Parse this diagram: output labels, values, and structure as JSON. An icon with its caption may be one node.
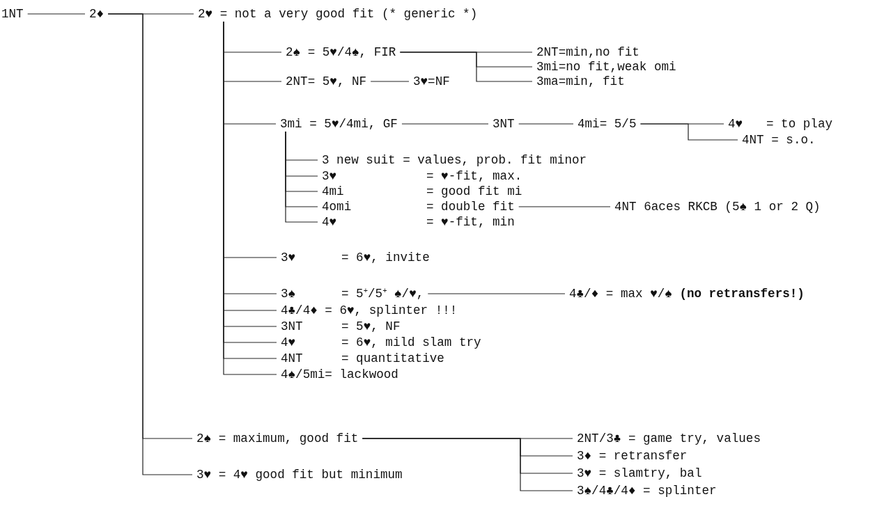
{
  "diagram": {
    "nodes": [
      {
        "text": [
          "1NT"
        ]
      },
      {
        "text": [
          "2♦"
        ]
      },
      {
        "text": [
          "2♥ = not a very good fit (* generic *)"
        ]
      },
      {
        "text": [
          "2♠ = 5♥/4♠, FIR"
        ]
      },
      {
        "text": [
          "2NT=min,no fit"
        ]
      },
      {
        "text": [
          "3mi=no fit,weak omi"
        ]
      },
      {
        "text": [
          "3ma=min, fit"
        ]
      },
      {
        "text": [
          "2NT= 5♥, NF"
        ]
      },
      {
        "text": [
          "3♥=NF"
        ]
      },
      {
        "text": [
          "3mi = 5♥/4mi, GF"
        ]
      },
      {
        "text": [
          "3NT"
        ]
      },
      {
        "text": [
          "4mi= 5/5"
        ]
      },
      {
        "text": [
          "4♥",
          "= to play"
        ]
      },
      {
        "text": [
          "4NT = s.o."
        ]
      },
      {
        "text": [
          "3 new suit = values, prob. fit minor"
        ]
      },
      {
        "text": [
          "3♥",
          "= ♥-fit, max."
        ]
      },
      {
        "text": [
          "4mi",
          "= good fit mi"
        ]
      },
      {
        "text": [
          "4omi",
          "= double fit"
        ]
      },
      {
        "text": [
          "4NT 6aces RKCB (5♠ 1 or 2 Q)"
        ]
      },
      {
        "text": [
          "4♥",
          "= ♥-fit, min"
        ]
      },
      {
        "text": [
          "3♥",
          "= 6♥, invite"
        ]
      },
      {
        "text": [
          "3♠",
          "= 5$^{+}$/5$^{+}$ ♠/♥,"
        ]
      },
      {
        "text": [
          "4♣/♦ = max ♥/♠ **(no retransfers!)**"
        ]
      },
      {
        "text": [
          "4♣/4♦ = 6♥, splinter !!!"
        ]
      },
      {
        "text": [
          "3NT",
          "= 5♥, NF"
        ]
      },
      {
        "text": [
          "4♥",
          "= 6♥, mild slam try"
        ]
      },
      {
        "text": [
          "4NT",
          "= quantitative"
        ]
      },
      {
        "text": [
          "4♠/5mi= lackwood"
        ]
      },
      {
        "text": [
          "2♠ = maximum, good fit"
        ]
      },
      {
        "text": [
          "2NT/3♣ = game try, values"
        ]
      },
      {
        "text": [
          "3♦ = retransfer"
        ]
      },
      {
        "text": [
          "3♥ = slamtry, bal"
        ]
      },
      {
        "text": [
          "3♠/4♣/4♦ = splinter"
        ]
      },
      {
        "text": [
          "3♥ = 4♥ good fit but minimum"
        ]
      }
    ],
    "edges": [
      {
        "from": 0,
        "to": 1,
        "arrow": "none"
      },
      {
        "from": 1,
        "to": 2,
        "arrow": "none"
      },
      {
        "from": 1,
        "to": 28,
        "arrow": "none"
      },
      {
        "from": 1,
        "to": 33,
        "arrow": "none"
      },
      {
        "from": 2,
        "to": 3,
        "arrow": "none"
      },
      {
        "from": 2,
        "to": 7,
        "arrow": "none"
      },
      {
        "from": 2,
        "to": 9,
        "arrow": "none"
      },
      {
        "from": 2,
        "to": 20,
        "arrow": "none"
      },
      {
        "from": 2,
        "to": 21,
        "arrow": "none"
      },
      {
        "from": 2,
        "to": 23,
        "arrow": "none"
      },
      {
        "from": 2,
        "to": 24,
        "arrow": "none"
      },
      {
        "from": 2,
        "to": 25,
        "arrow": "none"
      },
      {
        "from": 2,
        "to": 26,
        "arrow": "none"
      },
      {
        "from": 2,
        "to": 27,
        "arrow": "none"
      },
      {
        "from": 3,
        "to": 4,
        "arrow": "none"
      },
      {
        "from": 3,
        "to": 5,
        "arrow": "none"
      },
      {
        "from": 3,
        "to": 6,
        "arrow": "none"
      },
      {
        "from": 7,
        "to": 8,
        "arrow": "none"
      },
      {
        "from": 9,
        "to": 10,
        "arrow": "none"
      },
      {
        "from": 10,
        "to": 11,
        "arrow": "none"
      },
      {
        "from": 11,
        "to": 12,
        "arrow": "none"
      },
      {
        "from": 11,
        "to": 13,
        "arrow": "none"
      },
      {
        "from": 9,
        "to": 14,
        "arrow": "none"
      },
      {
        "from": 9,
        "to": 15,
        "arrow": "none"
      },
      {
        "from": 9,
        "to": 16,
        "arrow": "none"
      },
      {
        "from": 9,
        "to": 17,
        "arrow": "none"
      },
      {
        "from": 9,
        "to": 19,
        "arrow": "none"
      },
      {
        "from": 17,
        "to": 18,
        "arrow": "none"
      },
      {
        "from": 21,
        "to": 22,
        "arrow": "none"
      },
      {
        "from": 28,
        "to": 29,
        "arrow": "none"
      },
      {
        "from": 28,
        "to": 30,
        "arrow": "none"
      },
      {
        "from": 28,
        "to": 31,
        "arrow": "none"
      },
      {
        "from": 28,
        "to": 32,
        "arrow": "none"
      }
    ]
  }
}
